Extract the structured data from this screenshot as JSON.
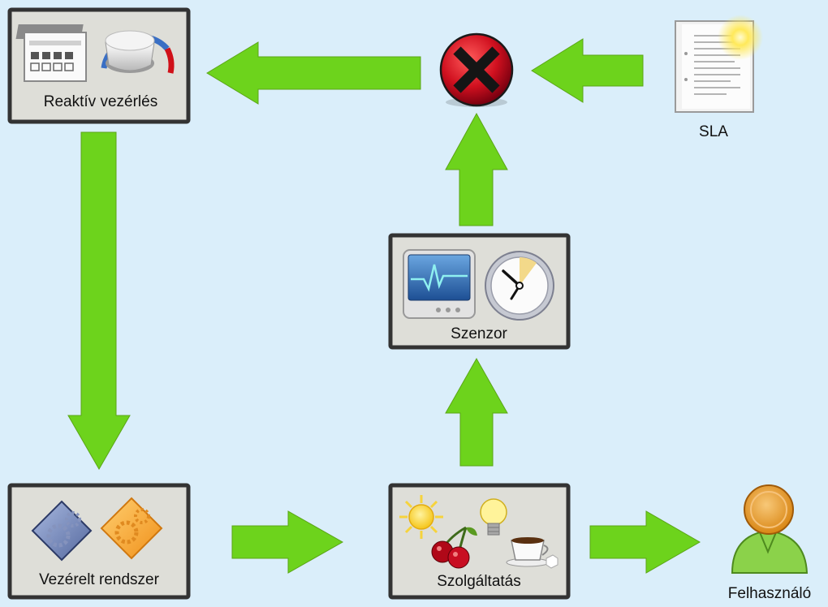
{
  "colors": {
    "background": "#daeefa",
    "arrow": "#6dd31c",
    "arrow_stroke": "#5aa516",
    "box_fill": "#deded8",
    "box_border": "#333333",
    "error_red": "#c8102e"
  },
  "nodes": {
    "reactive_control": {
      "label": "Reaktív vezérlés",
      "icons": [
        "control-panel-icon",
        "knob-icon"
      ]
    },
    "controlled_system": {
      "label": "Vezérelt rendszer",
      "icons": [
        "blue-gear-icon",
        "orange-gear-icon"
      ]
    },
    "service": {
      "label": "Szolgáltatás",
      "icons": [
        "sun-icon",
        "lightbulb-icon",
        "cherries-icon",
        "coffee-cup-icon"
      ]
    },
    "sensor": {
      "label": "Szenzor",
      "icons": [
        "monitor-icon",
        "clock-icon"
      ]
    },
    "sla": {
      "label": "SLA",
      "icons": [
        "document-icon"
      ]
    },
    "user": {
      "label": "Felhasználó",
      "icons": [
        "user-icon"
      ]
    },
    "error": {
      "icons": [
        "error-icon"
      ]
    }
  },
  "edges": [
    {
      "from": "sla",
      "to": "error"
    },
    {
      "from": "error",
      "to": "reactive_control"
    },
    {
      "from": "reactive_control",
      "to": "controlled_system"
    },
    {
      "from": "controlled_system",
      "to": "service"
    },
    {
      "from": "service",
      "to": "user"
    },
    {
      "from": "service",
      "to": "sensor"
    },
    {
      "from": "sensor",
      "to": "error"
    }
  ]
}
